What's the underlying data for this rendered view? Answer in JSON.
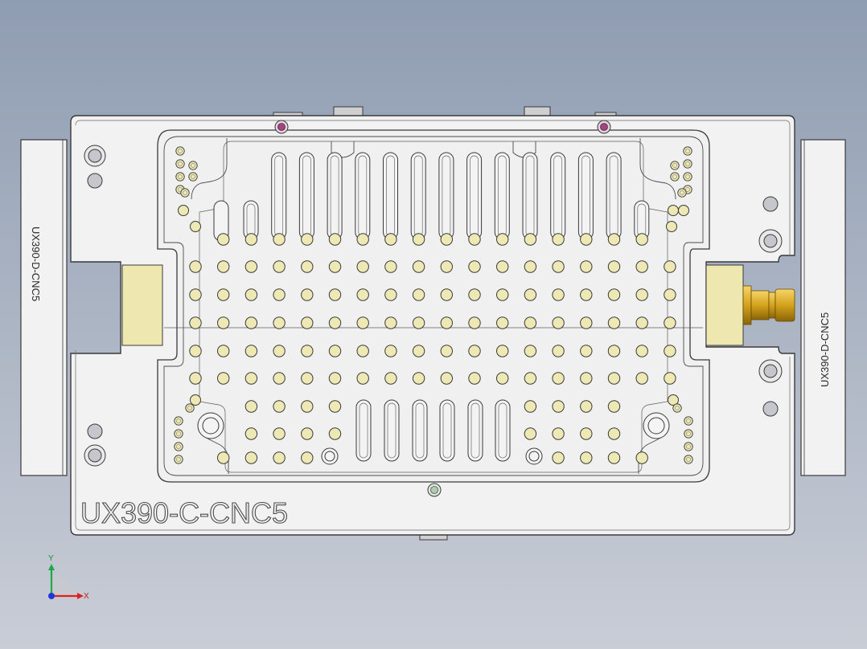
{
  "labels": {
    "main_part": "UX390-C-CNC5",
    "left_side_part": "UX390-D-CNC5",
    "right_side_part": "UX390-D-CNC5"
  },
  "triad": {
    "x_axis": "X",
    "y_axis": "Y"
  },
  "colors": {
    "background_top": "#8f9db2",
    "background_bottom": "#c9cdd6",
    "plate": "#f2f2f3",
    "outline": "#3a3a3a",
    "pad": "#eee7b0",
    "pin_fill": "#ede8b4",
    "fitting": "#d4a21d",
    "accent_pin": "#a0467f",
    "axis_x": "#e0201e",
    "axis_y": "#1ea84a",
    "axis_z": "#2235d6"
  },
  "icons": {
    "triad": "axis-triad-icon",
    "connector": "air-fitting-icon"
  }
}
